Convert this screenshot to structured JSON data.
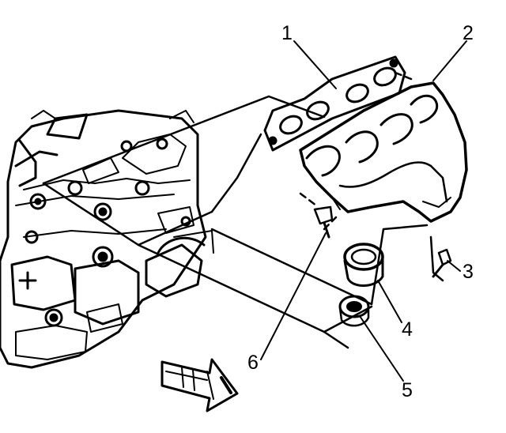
{
  "figure": {
    "background_color": "#ffffff",
    "line_color": "#000000",
    "callouts": {
      "c1": "1",
      "c2": "2",
      "c3": "3",
      "c4": "4",
      "c5": "5",
      "c6": "6"
    },
    "direction_arrow": "front-of-vehicle-arrow-icon"
  }
}
